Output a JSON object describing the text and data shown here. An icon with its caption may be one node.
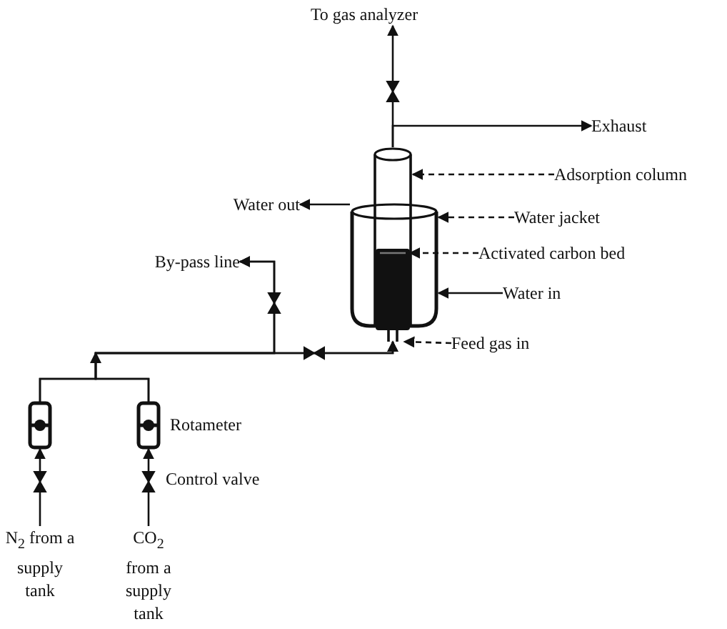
{
  "diagram": {
    "nodes": [
      {
        "text": [
          "To gas analyzer"
        ]
      },
      {
        "text": [
          "Exhaust"
        ]
      },
      {
        "text": [
          "Adsorption column"
        ]
      },
      {
        "text": [
          "Water jacket"
        ]
      },
      {
        "text": [
          "Water out"
        ]
      },
      {
        "text": [
          "Activated carbon bed"
        ]
      },
      {
        "text": [
          "Water in"
        ]
      },
      {
        "text": [
          "By-pass line"
        ]
      },
      {
        "text": [
          "Feed gas in"
        ]
      },
      {
        "text": [
          "N$_{2}$ from a supply tank"
        ]
      },
      {
        "text": [
          "CO$_{2}$ from a supply tank"
        ]
      },
      {
        "text": [],
        "shape": "cylinder"
      },
      {
        "text": [],
        "shape": "cylinder"
      },
      {
        "text": [],
        "shape": "bar"
      },
      {
        "text": [],
        "shape": "box"
      },
      {
        "text": [],
        "shape": "box",
        "beside": [
          "Rotameter"
        ]
      }
    ],
    "edges": [
      {
        "from": 11,
        "to": 0,
        "arrow": "to"
      },
      {
        "from": 11,
        "to": 1,
        "arrow": "to"
      },
      {
        "from": 2,
        "to": 11,
        "arrow": "to",
        "style": "dashed"
      },
      {
        "from": 3,
        "to": 12,
        "arrow": "to",
        "style": "dashed"
      },
      {
        "from": 12,
        "to": 4,
        "arrow": "to"
      },
      {
        "from": 5,
        "to": 13,
        "arrow": "to",
        "style": "dashed"
      },
      {
        "from": 6,
        "to": 12,
        "arrow": "to"
      },
      {
        "from": 8,
        "to": 11,
        "arrow": "to",
        "style": "dashed"
      },
      {
        "from": 14,
        "to": 11,
        "arrow": "to"
      },
      {
        "from": 15,
        "to": 11,
        "arrow": "to"
      },
      {
        "from": 14,
        "to": 7,
        "arrow": "to"
      },
      {
        "from": 15,
        "to": 7,
        "arrow": "to"
      },
      {
        "from": 9,
        "to": 14,
        "arrow": "to"
      },
      {
        "from": 10,
        "to": 15,
        "arrow": "to"
      }
    ],
    "labels": [
      "Control valve"
    ]
  }
}
